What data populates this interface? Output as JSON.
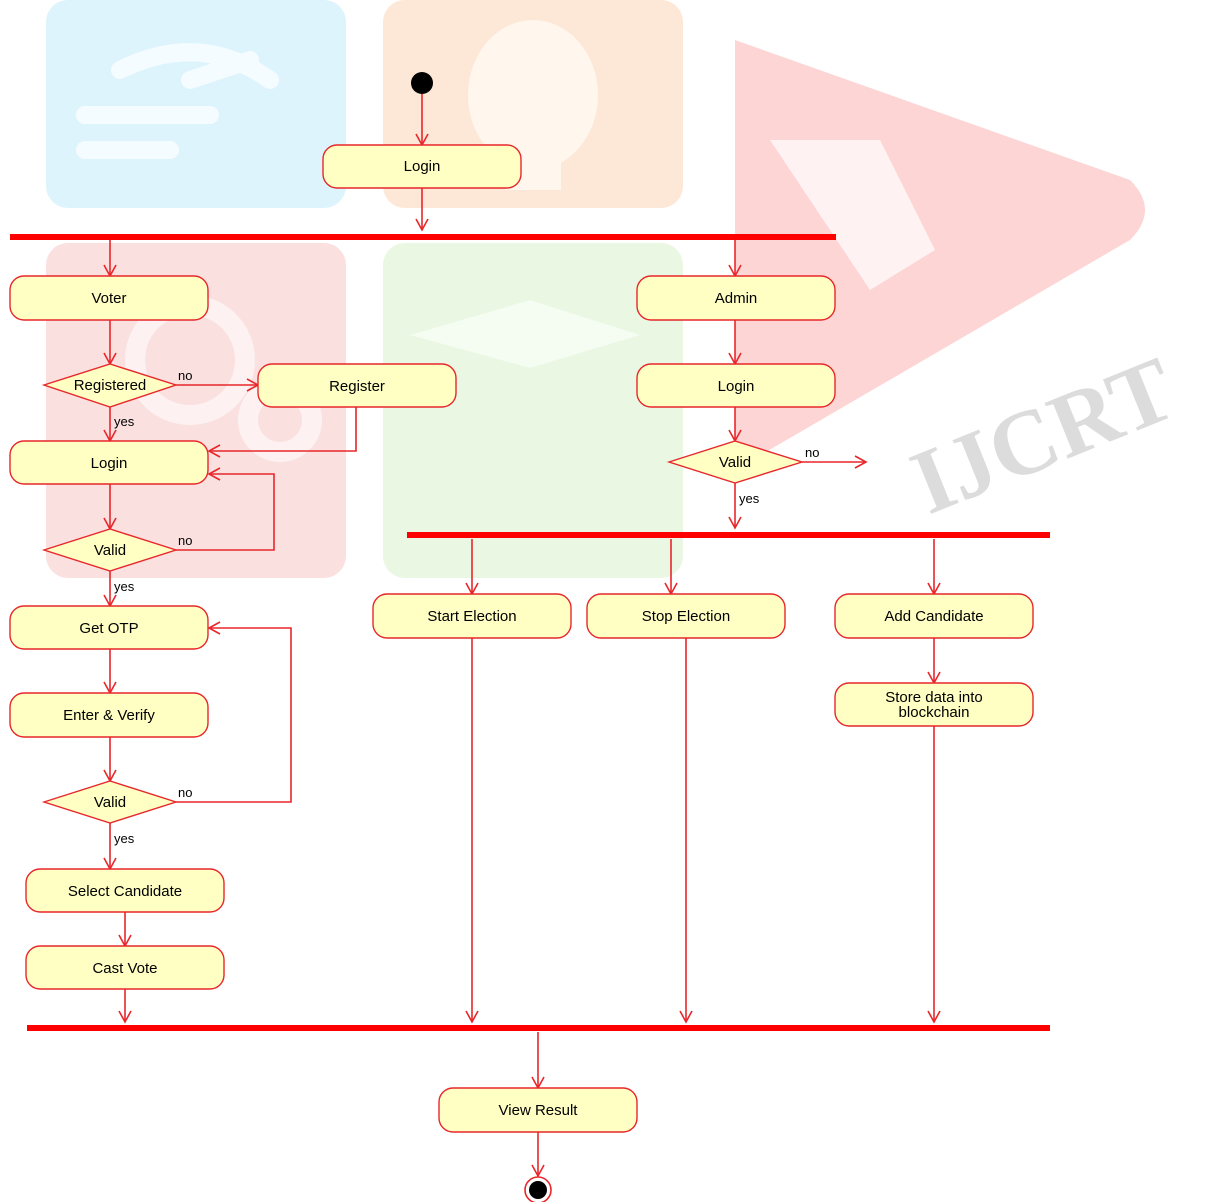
{
  "diagram": {
    "type": "uml-activity-diagram",
    "colors": {
      "node_fill": "#FFFFC3",
      "node_stroke": "#E8272B",
      "edge": "#E8272B",
      "fork_bar": "#FF0000",
      "initial_node": "#000000"
    },
    "watermark": {
      "text": "IJCRT",
      "colors": [
        "#DDF4FC",
        "#FDE7D6",
        "#FDD5D5",
        "#FBE0E0",
        "#E9F7E3"
      ]
    },
    "nodes": {
      "login_top": "Login",
      "voter": "Voter",
      "registered": "Registered",
      "register": "Register",
      "voter_login": "Login",
      "voter_valid": "Valid",
      "get_otp": "Get OTP",
      "enter_verify": "Enter & Verify",
      "otp_valid": "Valid",
      "select_candidate": "Select Candidate",
      "cast_vote": "Cast Vote",
      "admin": "Admin",
      "admin_login": "Login",
      "admin_valid": "Valid",
      "start_election": "Start Election",
      "stop_election": "Stop Election",
      "add_candidate": "Add Candidate",
      "store_data_line1": "Store data into",
      "store_data_line2": "blockchain",
      "view_result": "View Result"
    },
    "edge_labels": {
      "registered_no": "no",
      "registered_yes": "yes",
      "voter_valid_no": "no",
      "voter_valid_yes": "yes",
      "otp_valid_no": "no",
      "otp_valid_yes": "yes",
      "admin_valid_no": "no",
      "admin_valid_yes": "yes"
    }
  }
}
